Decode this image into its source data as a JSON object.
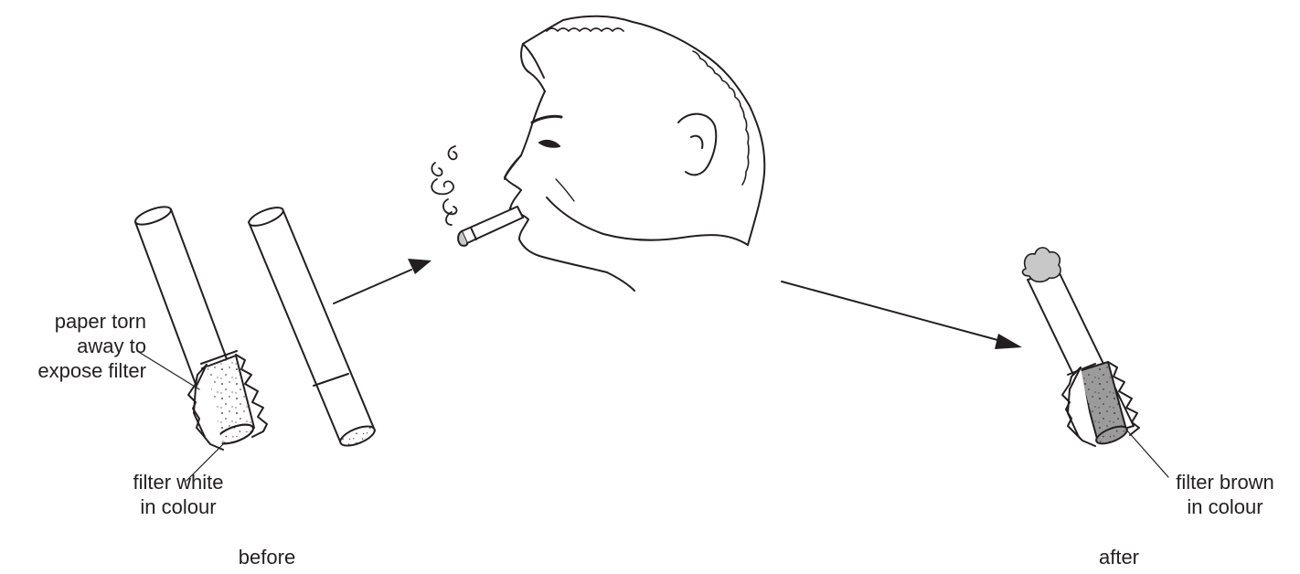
{
  "labels": {
    "paper_torn": [
      "paper torn",
      "away to",
      "expose filter"
    ],
    "filter_white": [
      "filter white",
      "in colour"
    ],
    "filter_brown": [
      "filter brown",
      "in colour"
    ],
    "before": "before",
    "after": "after"
  },
  "colors": {
    "ink": "#231f20",
    "white_filter": "#ffffff",
    "brown_filter": "#9b9b9b",
    "ash": "#c8c8c8"
  }
}
